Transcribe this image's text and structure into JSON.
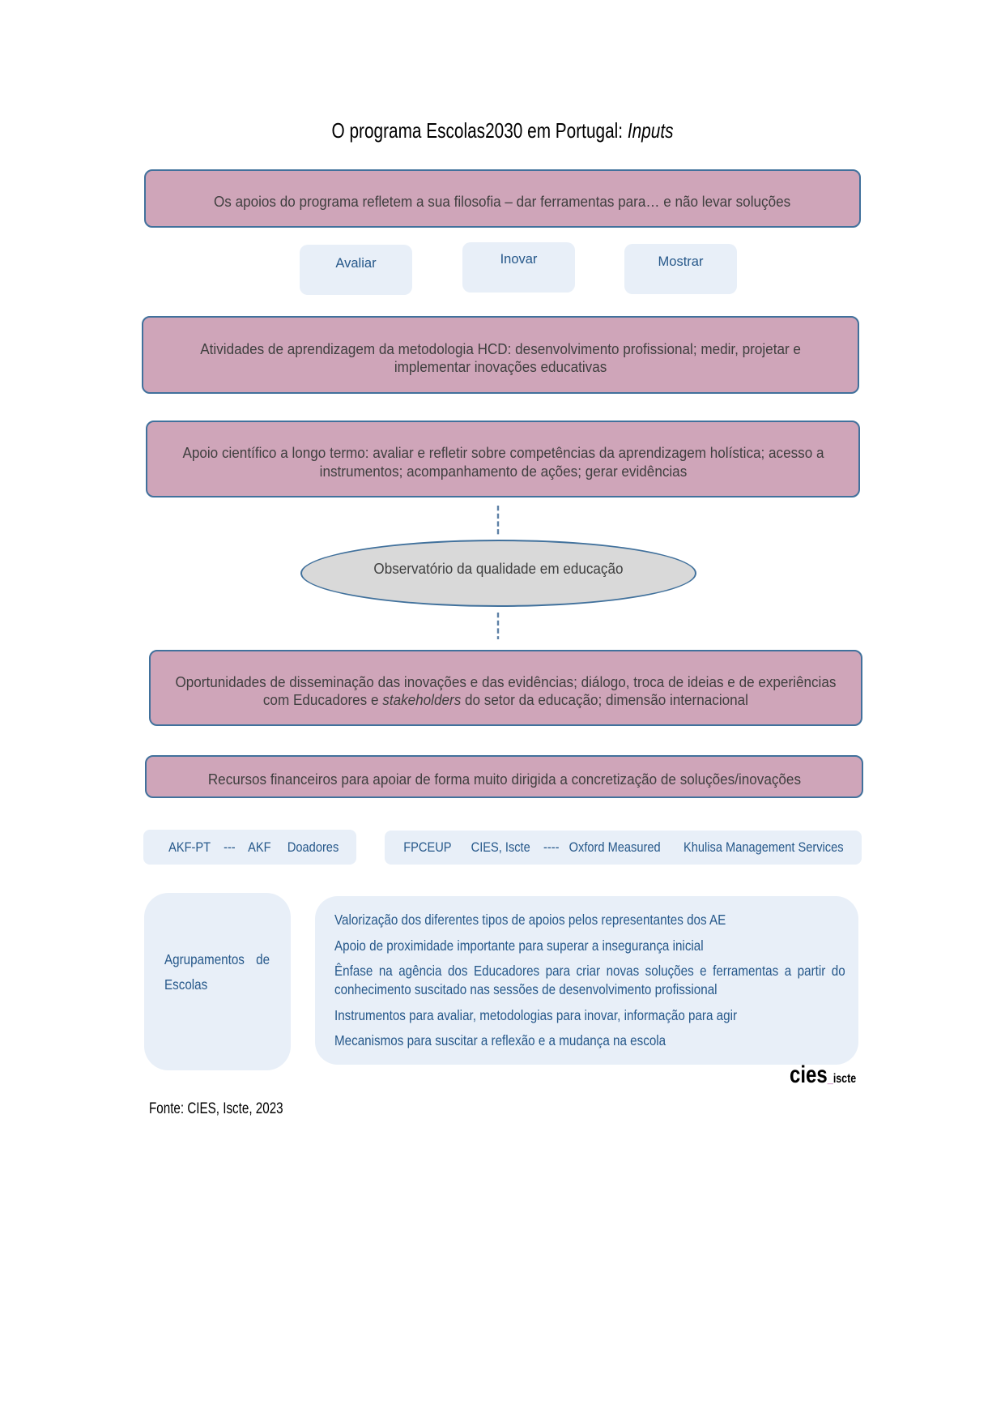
{
  "colors": {
    "pink_fill": "#cfa5b9",
    "pink_border": "#41719c",
    "light_blue_fill": "#e8eff8",
    "blue_text": "#26588a",
    "gray_text": "#3f3f3f",
    "ellipse_fill": "#d9d9d9",
    "connector": "#5d80a6",
    "logo_accent": "#a8519e"
  },
  "title": {
    "prefix": "O programa Escolas2030 em Portugal: ",
    "emphasis": "Inputs"
  },
  "diagram": {
    "philosophy_box": "Os apoios do programa refletem a sua filosofia – dar ferramentas para… e não levar soluções",
    "chips": [
      {
        "label": "Avaliar"
      },
      {
        "label": "Inovar"
      },
      {
        "label": "Mostrar"
      }
    ],
    "activities_box": "Atividades de aprendizagem da metodologia HCD: desenvolvimento profissional; medir, projetar e\nimplementar inovações educativas",
    "scientific_box": "Apoio científico a longo termo: avaliar e refletir sobre competências da aprendizagem holística; acesso a\ninstrumentos; acompanhamento de ações; gerar evidências",
    "observatory_ellipse": "Observatório da qualidade em educação",
    "dissemination_box": {
      "part1": "Oportunidades de disseminação das inovações e das evidências; diálogo, troca de ideias e de experiências\ncom Educadores e ",
      "emphasis": "stakeholders",
      "part2": " do setor da educação; dimensão internacional"
    },
    "resources_box": "Recursos financeiros para apoiar de forma muito dirigida a concretização de soluções/inovações",
    "partners_bar_left": "AKF-PT    ---    AKF     Doadores",
    "partners_bar_right": "FPCEUP      CIES, Iscte    ----   Oxford Measured       Khulisa Management Services",
    "schools_box": "Agrupamentos de Escolas",
    "findings_box": [
      "Valorização dos diferentes tipos de apoios pelos representantes dos AE",
      "Apoio de proximidade importante para superar a insegurança inicial",
      "Ênfase na agência dos Educadores para criar novas soluções e ferramentas a partir do conhecimento suscitado nas sessões de desenvolvimento profissional",
      "Instrumentos para avaliar, metodologias para inovar, informação para agir",
      "Mecanismos para suscitar a reflexão e a mudança na escola"
    ]
  },
  "logo": {
    "main": "cies",
    "underscore": "_",
    "suffix": "iscte"
  },
  "source_note": "Fonte: CIES, Iscte, 2023"
}
